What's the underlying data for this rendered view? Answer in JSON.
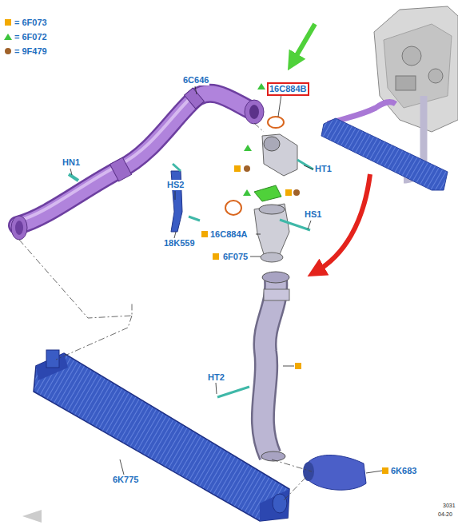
{
  "diagram": {
    "nodes": [
      {
        "text": [
          "16C884B"
        ]
      }
    ],
    "labels": [
      "6C646",
      "HN1",
      "HS2",
      "18K559",
      "HT1",
      "16C884A",
      "HS1",
      "6F075",
      "HT2",
      "6K775",
      "6K683",
      "3031",
      "04-20"
    ],
    "legend": [
      {
        "text": "= 6F073",
        "color": "#f2a900"
      },
      {
        "text": "= 6F072",
        "color": "#3cc43c"
      },
      {
        "text": "= 9F479",
        "color": "#a0622a"
      }
    ]
  }
}
